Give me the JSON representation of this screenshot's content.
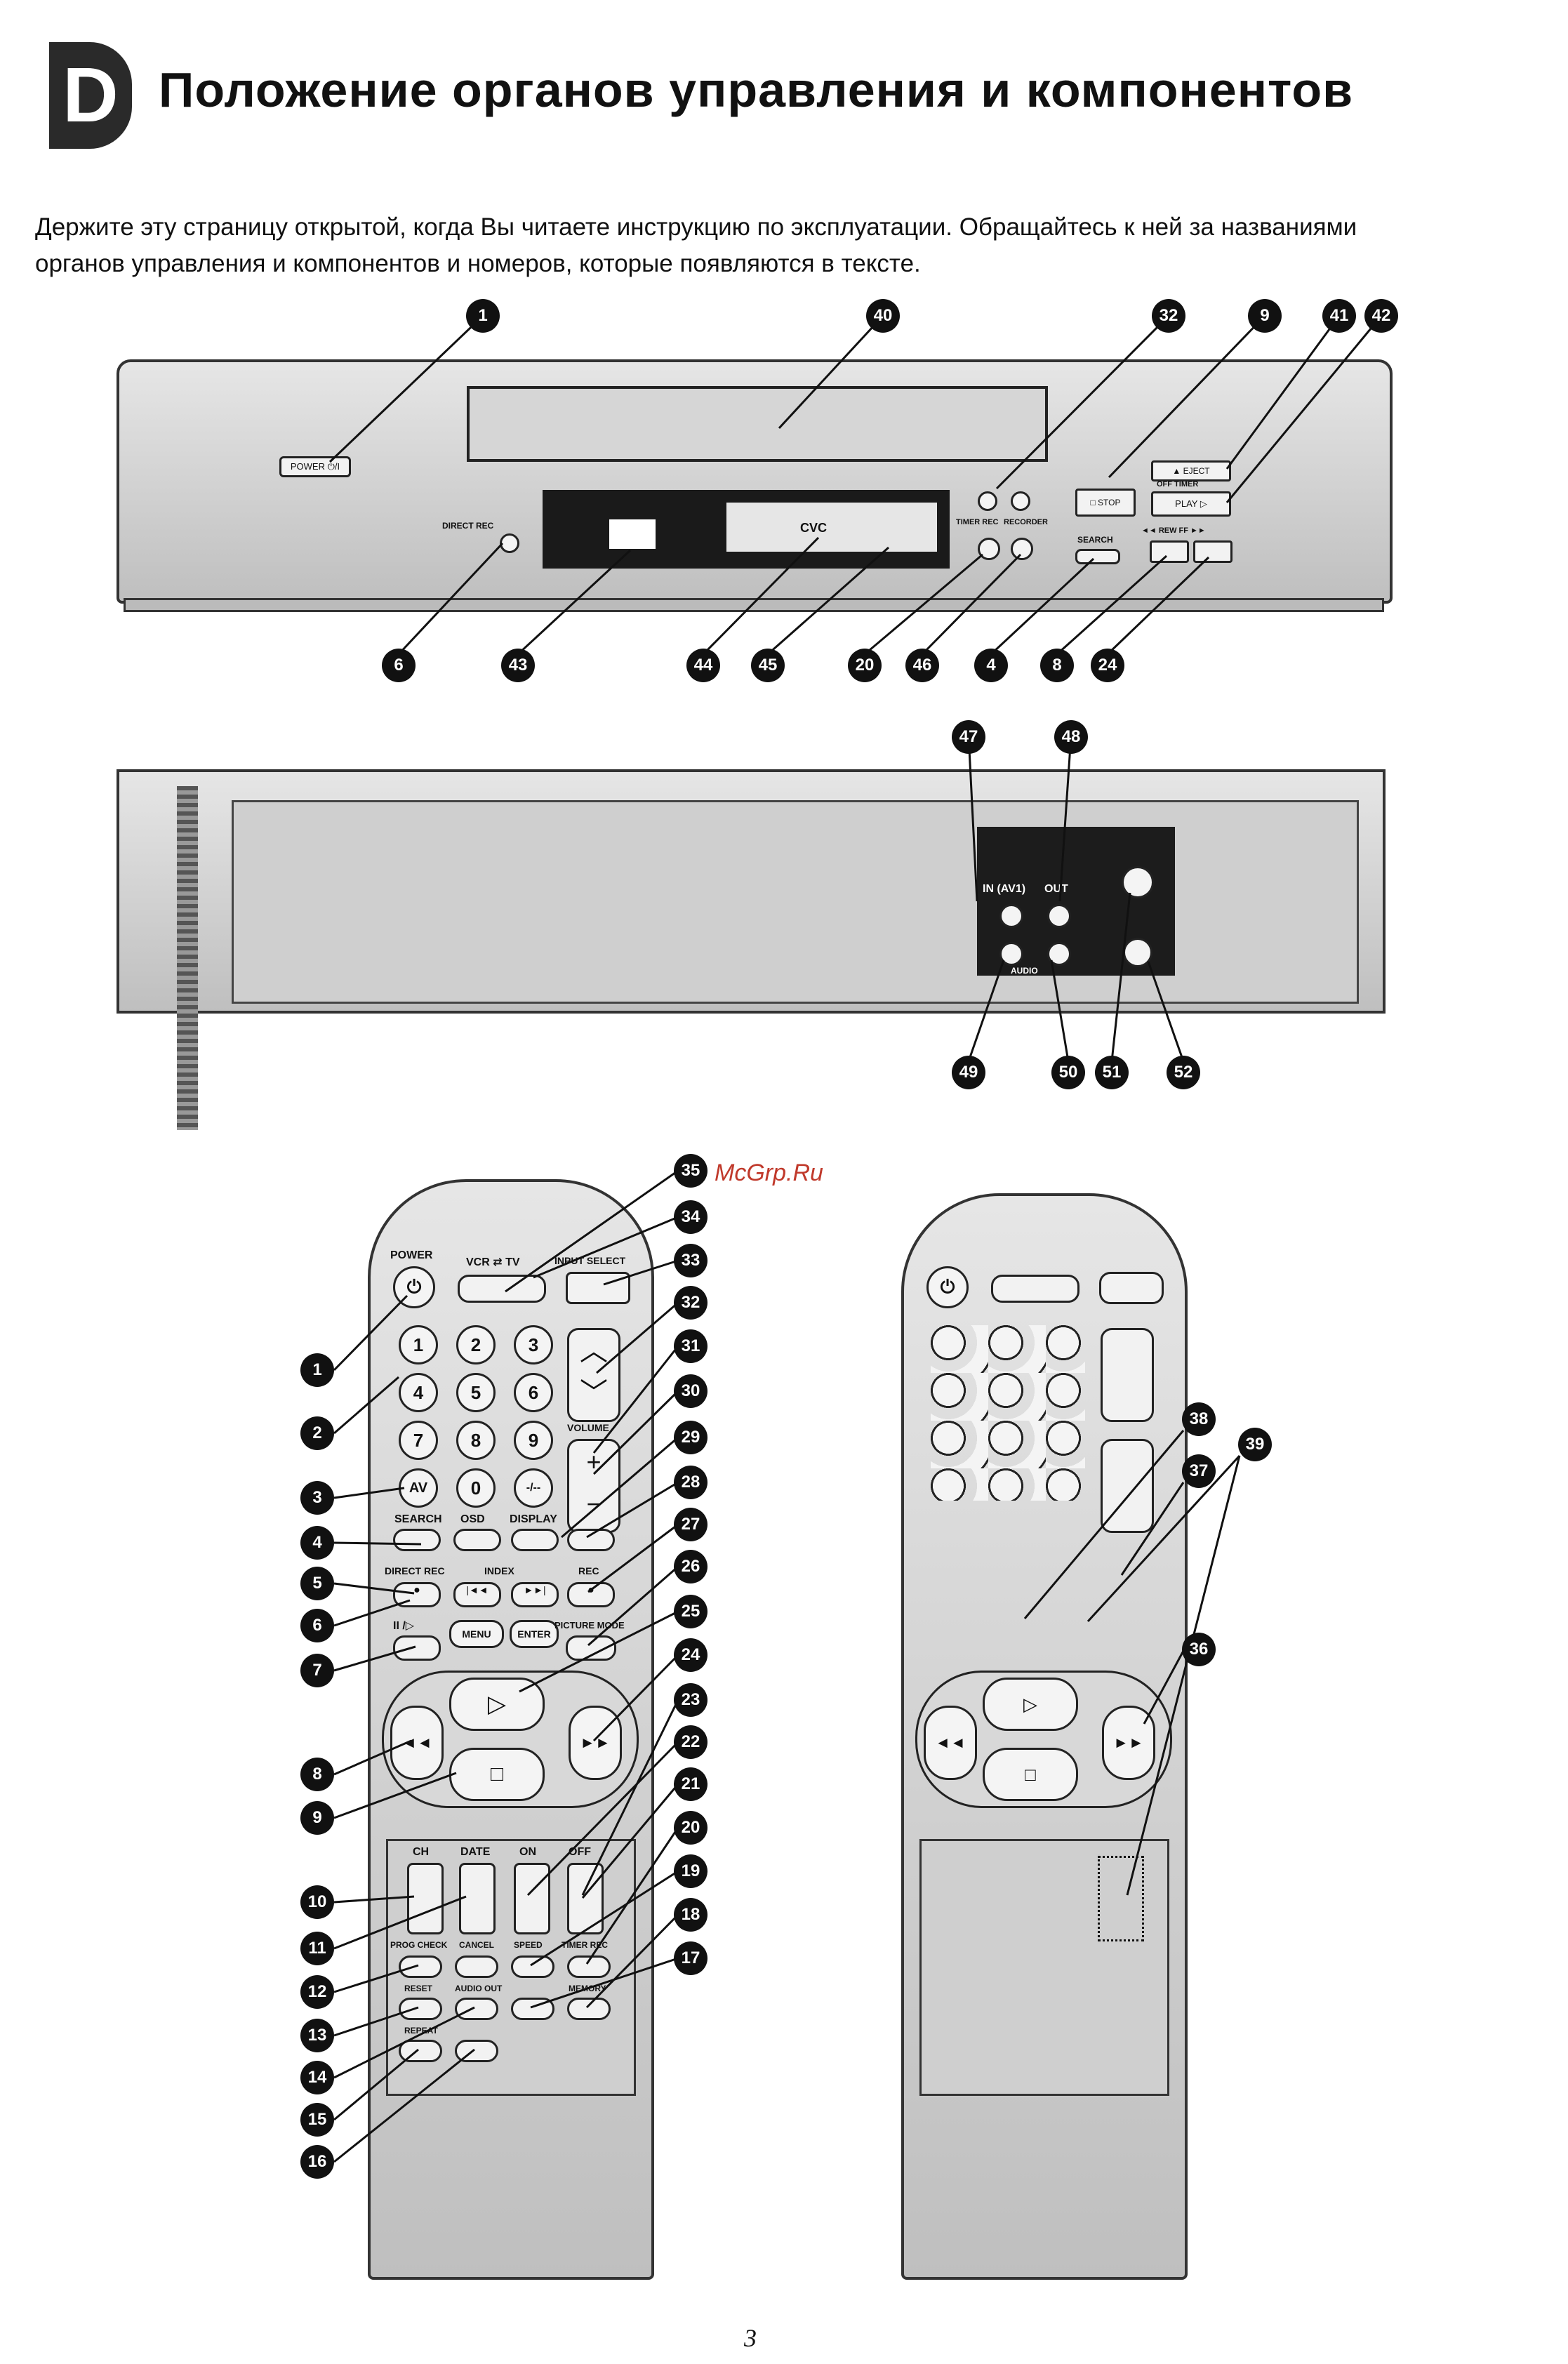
{
  "header": {
    "section_letter": "D",
    "title": "Положение органов управления и компонентов",
    "intro": "Держите эту страницу открытой, когда Вы читаете инструкцию по эксплуатации. Обращайтесь к ней за названиями органов управления и компонентов и номеров, которые появляются в тексте."
  },
  "front_panel": {
    "labels": {
      "power": "POWER ⏻/I",
      "direct_rec": "DIRECT REC",
      "display": "CVC",
      "timer_rec": "TIMER REC",
      "recorder": "RECORDER",
      "search": "SEARCH",
      "stop": "□ STOP",
      "eject": "▲ EJECT",
      "play": "PLAY ▷",
      "off_timer": "OFF TIMER",
      "rew_ff": "◄◄ REW   FF ►►"
    },
    "callouts": [
      "1",
      "40",
      "32",
      "9",
      "41",
      "42",
      "6",
      "43",
      "44",
      "45",
      "20",
      "46",
      "4",
      "8",
      "24"
    ]
  },
  "rear_panel": {
    "labels": {
      "in_av1": "IN (AV1)",
      "out": "OUT",
      "audio": "AUDIO"
    },
    "callouts": [
      "47",
      "48",
      "49",
      "50",
      "51",
      "52"
    ]
  },
  "remote_left": {
    "labels": {
      "power": "POWER",
      "vcr_tv": "VCR ⇄ TV",
      "input_select": "INPUT SELECT",
      "digits": [
        "1",
        "2",
        "3",
        "4",
        "5",
        "6",
        "7",
        "8",
        "9",
        "0"
      ],
      "dash": "-/--",
      "av": "AV",
      "volume": "VOLUME",
      "plus": "+",
      "minus": "−",
      "search": "SEARCH",
      "osd": "OSD",
      "display": "DISPLAY",
      "direct_rec": "DIRECT REC",
      "index": "INDEX",
      "rec": "REC",
      "pause": "II /▷",
      "menu": "MENU",
      "enter": "ENTER",
      "picture_mode": "PICTURE MODE",
      "ch": "CH",
      "date": "DATE",
      "on": "ON",
      "off": "OFF",
      "prog_check": "PROG CHECK",
      "cancel": "CANCEL",
      "speed": "SPEED",
      "timer_rec": "TIMER REC",
      "reset": "RESET",
      "audio_out": "AUDIO OUT",
      "memory": "MEMORY",
      "repeat": "REPEAT"
    },
    "callouts_left": [
      "1",
      "2",
      "3",
      "4",
      "5",
      "6",
      "7",
      "8",
      "9",
      "10",
      "11",
      "12",
      "13",
      "14",
      "15",
      "16"
    ],
    "callouts_right": [
      "35",
      "34",
      "33",
      "32",
      "31",
      "30",
      "29",
      "28",
      "27",
      "26",
      "25",
      "24",
      "23",
      "22",
      "21",
      "20",
      "19",
      "18",
      "17"
    ]
  },
  "remote_right": {
    "callouts": [
      "38",
      "37",
      "39",
      "36"
    ]
  },
  "watermark": "McGrp.Ru",
  "page_number": "3"
}
